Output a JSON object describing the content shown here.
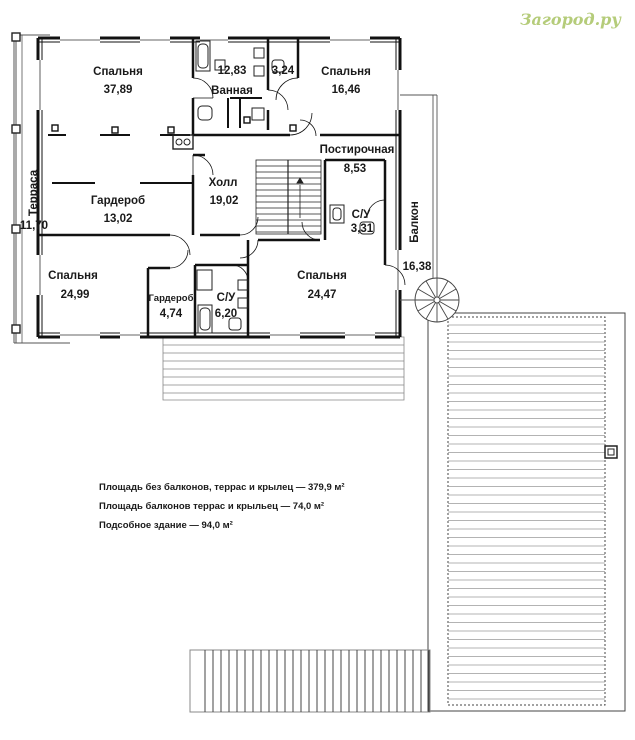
{
  "watermark": "Загород.ру",
  "rooms": {
    "bedroom_nw": {
      "name": "Спальня",
      "area": "37,89"
    },
    "bathroom": {
      "name": "Ванная",
      "area": "12,83"
    },
    "small_room": {
      "area": "3,24"
    },
    "bedroom_ne": {
      "name": "Спальня",
      "area": "16,46"
    },
    "laundry": {
      "name": "Постирочная",
      "area": "8,53"
    },
    "hall": {
      "name": "Холл",
      "area": "19,02"
    },
    "wardrobe_big": {
      "name": "Гардероб",
      "area": "13,02"
    },
    "wc_east": {
      "name": "С/У",
      "area": "3,31"
    },
    "terrace": {
      "name": "Терраса",
      "area": "11,70"
    },
    "balcony": {
      "name": "Балкон",
      "area": "16,38"
    },
    "bedroom_sw": {
      "name": "Спальня",
      "area": "24,99"
    },
    "wardrobe_small": {
      "name": "Гардероб",
      "area": "4,74"
    },
    "wc_south": {
      "name": "С/У",
      "area": "6,20"
    },
    "bedroom_se": {
      "name": "Спальня",
      "area": "24,47"
    }
  },
  "areas": {
    "line1": "Площадь без балконов, террас и крылец — 379,9 м²",
    "line2": "Площадь балконов террас и крыльец — 74,0 м²",
    "line3": "Подсобное здание — 94,0 м²"
  }
}
